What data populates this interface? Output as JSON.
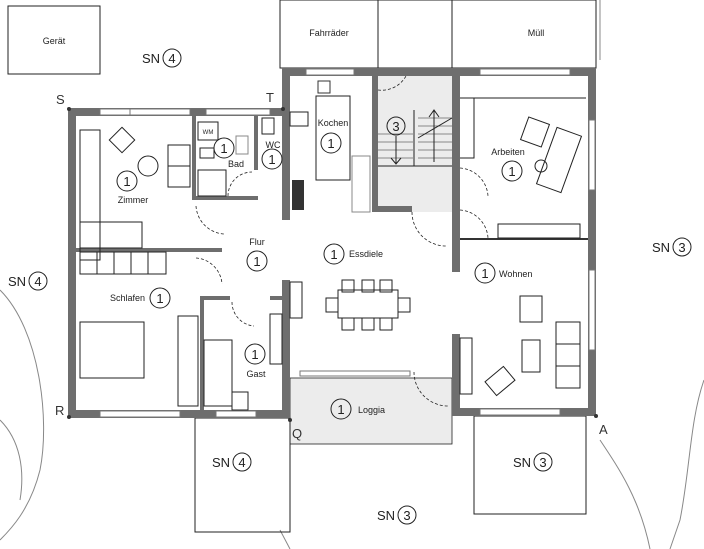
{
  "outbuildings": {
    "geraet": "Gerät",
    "fahrraeder": "Fahrräder",
    "muell": "Müll"
  },
  "rooms": [
    {
      "name": "Zimmer",
      "num": "1"
    },
    {
      "name": "Bad",
      "num": "1"
    },
    {
      "name": "WC",
      "num": "1"
    },
    {
      "name": "Kochen",
      "num": "1"
    },
    {
      "name": "Flur",
      "num": "1"
    },
    {
      "name": "Essdiele",
      "num": "1"
    },
    {
      "name": "Schlafen",
      "num": "1"
    },
    {
      "name": "Gast",
      "num": "1"
    },
    {
      "name": "Loggia",
      "num": "1"
    },
    {
      "name": "Arbeiten",
      "num": "1"
    },
    {
      "name": "Wohnen",
      "num": "1"
    }
  ],
  "stair": {
    "num": "3"
  },
  "appliance": {
    "wm": "WM"
  },
  "zones": [
    {
      "label": "SN",
      "num": "4"
    },
    {
      "label": "SN",
      "num": "4"
    },
    {
      "label": "SN",
      "num": "3"
    },
    {
      "label": "SN",
      "num": "4"
    },
    {
      "label": "SN",
      "num": "3"
    },
    {
      "label": "SN",
      "num": "3"
    }
  ],
  "corners": {
    "s": "S",
    "t": "T",
    "r": "R",
    "q": "Q",
    "a": "A"
  },
  "colors": {
    "wall": "#6e6e6e",
    "paved": "#ededed"
  }
}
